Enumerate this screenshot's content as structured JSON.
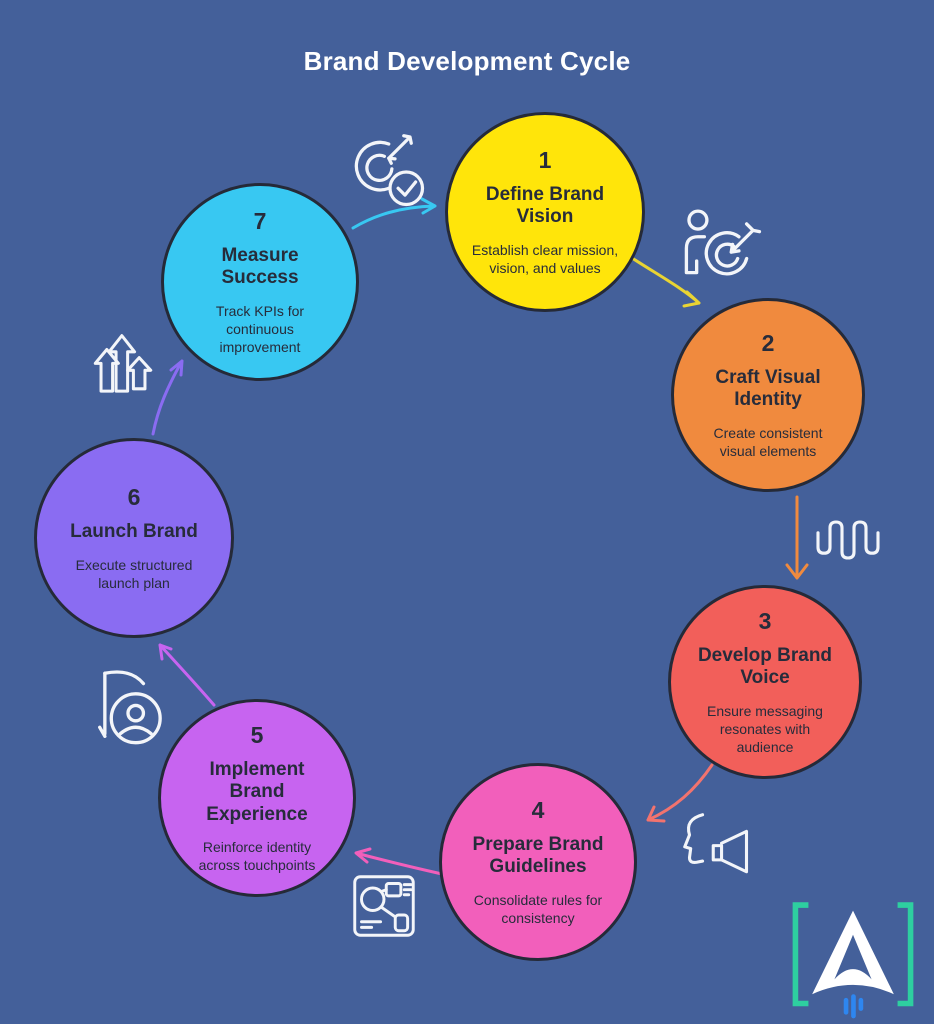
{
  "title": "Brand Development Cycle",
  "background_color": "#44609A",
  "steps": [
    {
      "number": "1",
      "title": "Define Brand Vision",
      "description": "Establish clear mission, vision, and values",
      "color": "#FFE50A",
      "arrow_color": "#E9D433"
    },
    {
      "number": "2",
      "title": "Craft Visual Identity",
      "description": "Create consistent visual elements",
      "color": "#F08A3E",
      "arrow_color": "#F08A3E"
    },
    {
      "number": "3",
      "title": "Develop Brand Voice",
      "description": "Ensure messaging resonates with audience",
      "color": "#F25F5A",
      "arrow_color": "#F2736E"
    },
    {
      "number": "4",
      "title": "Prepare Brand Guidelines",
      "description": "Consolidate rules for consistency",
      "color": "#F25FBB",
      "arrow_color": "#F25FBB"
    },
    {
      "number": "5",
      "title": "Implement Brand Experience",
      "description": "Reinforce identity across touchpoints",
      "color": "#C764F0",
      "arrow_color": "#C764F0"
    },
    {
      "number": "6",
      "title": "Launch Brand",
      "description": "Execute structured launch plan",
      "color": "#8A6CF2",
      "arrow_color": "#8A6CF2"
    },
    {
      "number": "7",
      "title": "Measure Success",
      "description": "Track KPIs for continuous improvement",
      "color": "#38C8F2",
      "arrow_color": "#38C8F2"
    }
  ],
  "icons": [
    {
      "between": "7-1",
      "name": "target-arrow-check-icon"
    },
    {
      "between": "1-2",
      "name": "person-target-icon"
    },
    {
      "between": "2-3",
      "name": "waveform-icon"
    },
    {
      "between": "3-4",
      "name": "face-megaphone-icon"
    },
    {
      "between": "4-5",
      "name": "guidelines-document-icon"
    },
    {
      "between": "5-6",
      "name": "person-badge-icon"
    },
    {
      "between": "6-7",
      "name": "growth-arrows-icon"
    }
  ],
  "logo": {
    "letter": "A",
    "letter_color": "#FFFFFF",
    "bracket_color": "#2ECFA0",
    "bars_color": "#2E86F0"
  }
}
